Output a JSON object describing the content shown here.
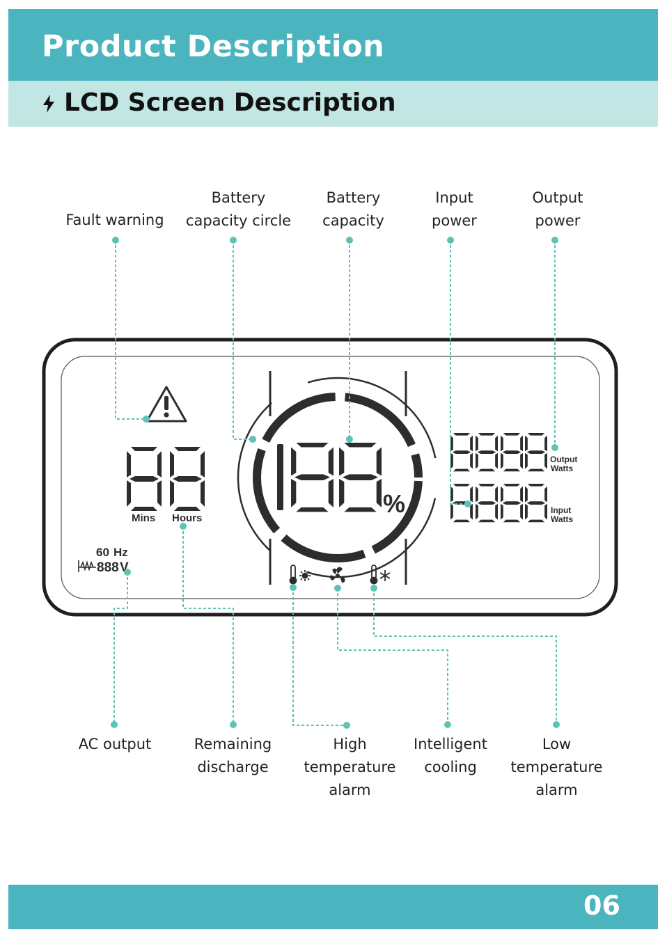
{
  "header": {
    "title": "Product Description"
  },
  "section": {
    "icon": "bolt-icon",
    "title": "LCD Screen Description"
  },
  "labels_top": {
    "fault_warning": "Fault warning",
    "battery_capacity_circle": "Battery\ncapacity circle",
    "battery_capacity": "Battery\ncapacity",
    "input_power": "Input\npower",
    "output_power": "Output\npower"
  },
  "labels_bottom": {
    "ac_output": "AC output",
    "remaining_discharge": "Remaining\ndischarge",
    "high_temperature_alarm": "High\ntemperature\nalarm",
    "intelligent_cooling": "Intelligent\ncooling",
    "low_temperature_alarm": "Low\ntemperature\nalarm"
  },
  "lcd": {
    "mins": "Mins",
    "hours": "Hours",
    "hz_value": "60",
    "hz_unit": "Hz",
    "volt_value": "888",
    "volt_unit": "V",
    "percent_sign": "%",
    "output_line1": "Output",
    "output_line2": "Watts",
    "input_line1": "Input",
    "input_line2": "Watts"
  },
  "footer": {
    "page_number": "06"
  },
  "colors": {
    "accent": "#4ab4bf",
    "accent_light": "#c2e6e3",
    "dot": "#5cc3b5",
    "lcd_dark": "#2d2d2d"
  }
}
